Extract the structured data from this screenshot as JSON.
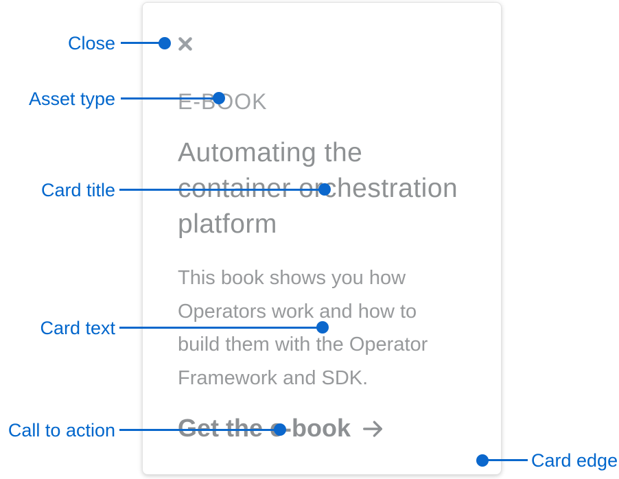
{
  "card": {
    "asset_type": "E-BOOK",
    "title_lines": [
      "Automating the",
      "container orchestration",
      "platform"
    ],
    "body_lines": [
      "This book shows you how",
      "Operators work and how to",
      "build them with the Operator",
      "Framework and SDK."
    ],
    "cta_label": "Get the e-book"
  },
  "annotations": {
    "close": "Close",
    "asset_type": "Asset type",
    "card_title": "Card title",
    "card_text": "Card text",
    "call_to_action": "Call to action",
    "card_edge": "Card edge"
  },
  "icons": {
    "close": "close-x-icon",
    "cta_arrow": "arrow-right-icon"
  },
  "colors": {
    "annotation_blue": "#0b67cc",
    "label_blue": "#0066cc",
    "eyebrow_gray": "#a0a3a6",
    "title_gray": "#8e9193",
    "body_gray": "#97999b",
    "cta_gray": "#8d9093",
    "close_icon_gray": "#9ba0a5",
    "card_background": "#ffffff",
    "card_border": "#e2e2e2"
  }
}
